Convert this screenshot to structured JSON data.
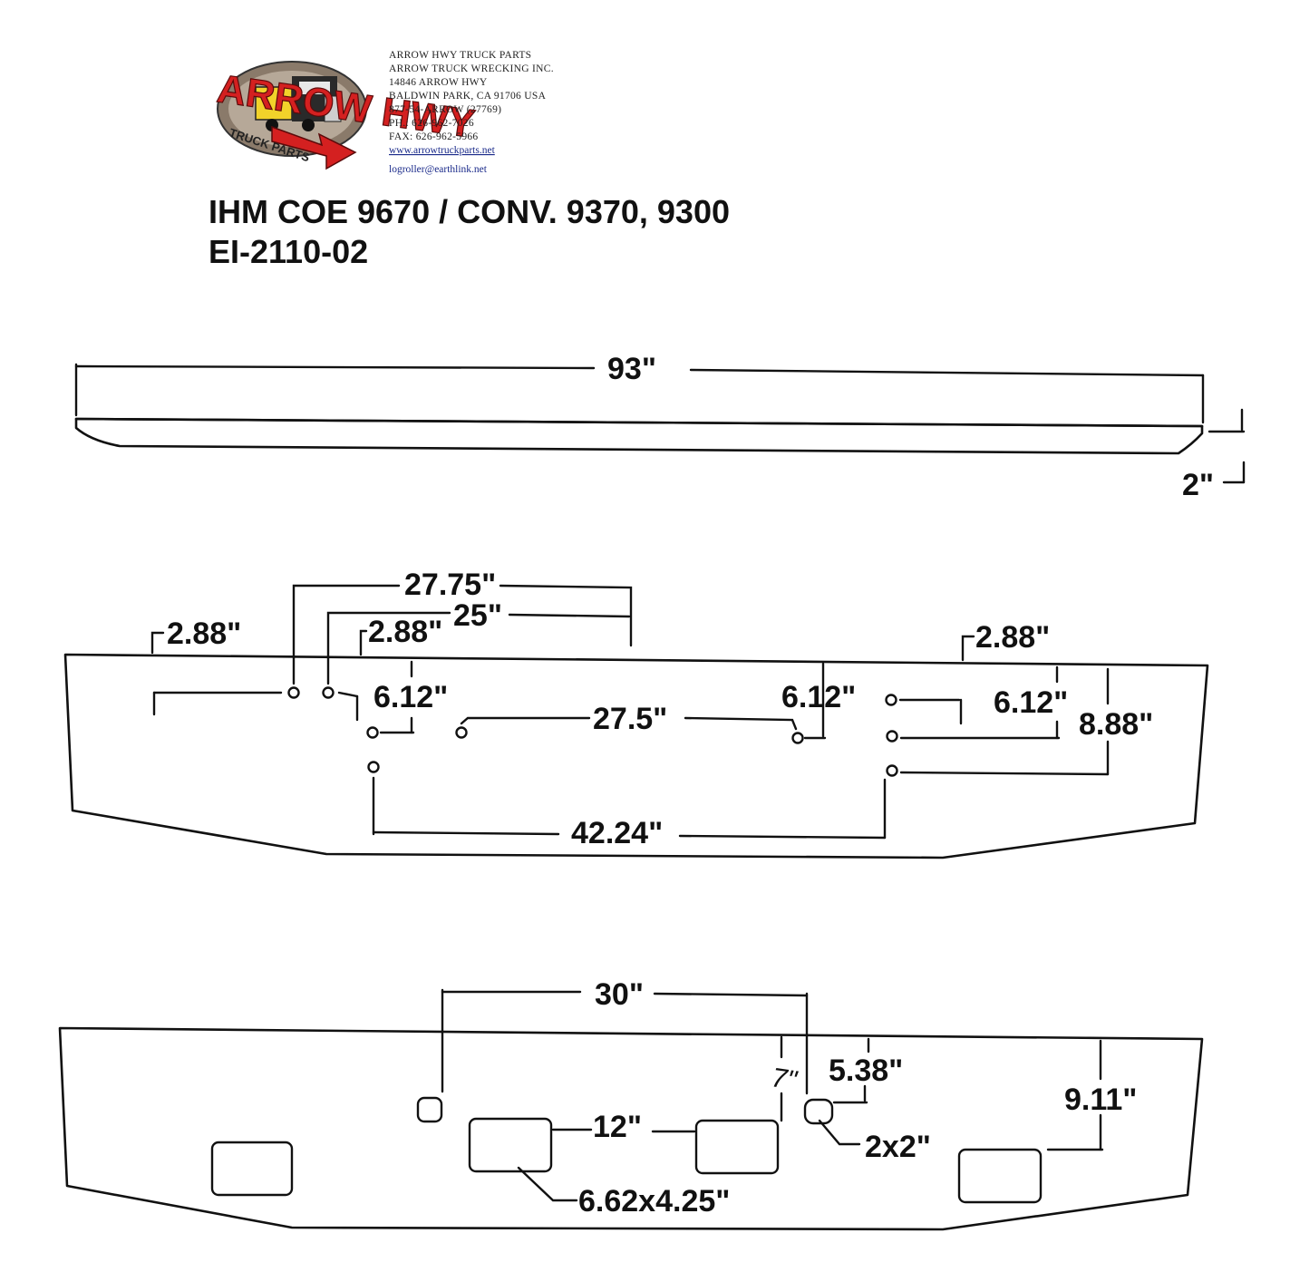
{
  "company": {
    "lines": [
      "ARROW HWY TRUCK PARTS",
      "ARROW TRUCK WRECKING INC.",
      "14846 ARROW HWY",
      "BALDWIN PARK, CA 91706 USA",
      "877-54-ARROW (27769)",
      "PH.: 626-962-7026",
      "FAX: 626-962-5966"
    ],
    "website": "www.arrowtruckparts.net",
    "email": "logroller@earthlink.net"
  },
  "logo": {
    "wordmark": "ARROW HWY",
    "tagline": "TRUCK PARTS",
    "colors": {
      "red": "#d42020",
      "yellow": "#f2d22a",
      "dark": "#222222"
    }
  },
  "title": {
    "line1": "IHM COE 9670 / CONV. 9370, 9300",
    "line2": "EI-2110-02"
  },
  "views": {
    "top": {
      "length": "93\"",
      "height": "2\""
    },
    "front_holes": {
      "dims": {
        "a": "27.75\"",
        "b": "25\"",
        "c": "2.88\"",
        "d": "2.88\"",
        "e": "2.88\"",
        "f": "6.12\"",
        "g": "6.12\"",
        "h": "6.12\"",
        "i": "27.5\"",
        "j": "8.88\"",
        "k": "42.24\""
      }
    },
    "front_cutouts": {
      "dims": {
        "a": "30\"",
        "b": "7\"",
        "c": "5.38\"",
        "d": "9.11\"",
        "e": "12\"",
        "f": "2x2\"",
        "g": "6.62x4.25\""
      }
    }
  }
}
